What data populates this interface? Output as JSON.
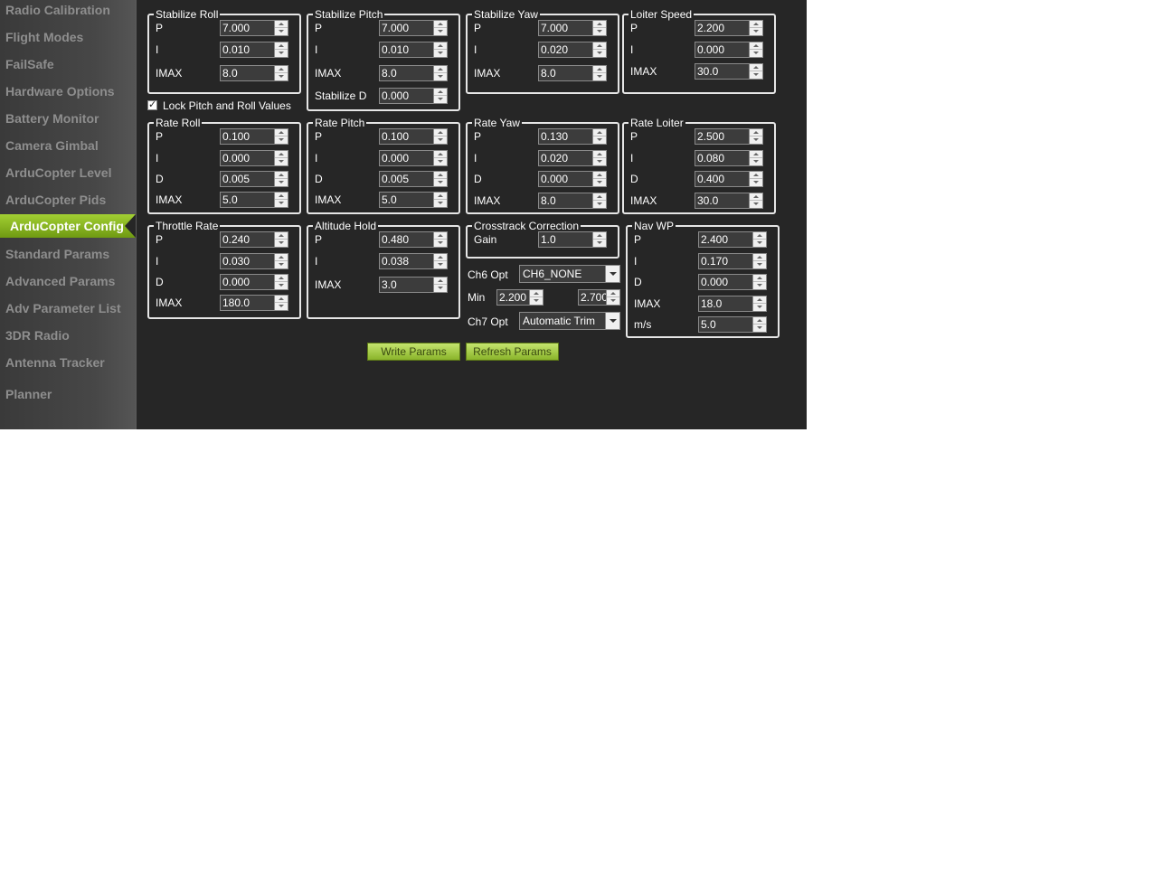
{
  "sidebar": {
    "items": [
      {
        "label": "Radio Calibration"
      },
      {
        "label": "Flight Modes"
      },
      {
        "label": "FailSafe"
      },
      {
        "label": "Hardware Options"
      },
      {
        "label": "Battery Monitor"
      },
      {
        "label": "Camera Gimbal"
      },
      {
        "label": "ArduCopter Level"
      },
      {
        "label": "ArduCopter Pids"
      },
      {
        "label": "ArduCopter Config"
      },
      {
        "label": "Standard Params"
      },
      {
        "label": "Advanced Params"
      },
      {
        "label": "Adv Parameter List"
      },
      {
        "label": "3DR Radio"
      },
      {
        "label": "Antenna Tracker"
      },
      {
        "label": "Planner"
      }
    ],
    "active_item": "ArduCopter Config",
    "active_color": "#8cbf24"
  },
  "groups": {
    "stabilize_roll": {
      "title": "Stabilize Roll",
      "rows": [
        {
          "label": "P",
          "value": "7.000"
        },
        {
          "label": "I",
          "value": "0.010"
        },
        {
          "label": "IMAX",
          "value": "8.0"
        }
      ]
    },
    "stabilize_pitch": {
      "title": "Stabilize Pitch",
      "rows": [
        {
          "label": "P",
          "value": "7.000"
        },
        {
          "label": "I",
          "value": "0.010"
        },
        {
          "label": "IMAX",
          "value": "8.0"
        },
        {
          "label": "Stabilize D",
          "value": "0.000"
        }
      ]
    },
    "stabilize_yaw": {
      "title": "Stabilize Yaw",
      "rows": [
        {
          "label": "P",
          "value": "7.000"
        },
        {
          "label": "I",
          "value": "0.020"
        },
        {
          "label": "IMAX",
          "value": "8.0"
        }
      ]
    },
    "loiter_speed": {
      "title": "Loiter Speed",
      "rows": [
        {
          "label": "P",
          "value": "2.200"
        },
        {
          "label": "I",
          "value": "0.000"
        },
        {
          "label": "IMAX",
          "value": "30.0"
        }
      ]
    },
    "rate_roll": {
      "title": "Rate Roll",
      "rows": [
        {
          "label": "P",
          "value": "0.100"
        },
        {
          "label": "I",
          "value": "0.000"
        },
        {
          "label": "D",
          "value": "0.005"
        },
        {
          "label": "IMAX",
          "value": "5.0"
        }
      ]
    },
    "rate_pitch": {
      "title": "Rate Pitch",
      "rows": [
        {
          "label": "P",
          "value": "0.100"
        },
        {
          "label": "I",
          "value": "0.000"
        },
        {
          "label": "D",
          "value": "0.005"
        },
        {
          "label": "IMAX",
          "value": "5.0"
        }
      ]
    },
    "rate_yaw": {
      "title": "Rate Yaw",
      "rows": [
        {
          "label": "P",
          "value": "0.130"
        },
        {
          "label": "I",
          "value": "0.020"
        },
        {
          "label": "D",
          "value": "0.000"
        },
        {
          "label": "IMAX",
          "value": "8.0"
        }
      ]
    },
    "rate_loiter": {
      "title": "Rate Loiter",
      "rows": [
        {
          "label": "P",
          "value": "2.500"
        },
        {
          "label": "I",
          "value": "0.080"
        },
        {
          "label": "D",
          "value": "0.400"
        },
        {
          "label": "IMAX",
          "value": "30.0"
        }
      ]
    },
    "throttle_rate": {
      "title": "Throttle Rate",
      "rows": [
        {
          "label": "P",
          "value": "0.240"
        },
        {
          "label": "I",
          "value": "0.030"
        },
        {
          "label": "D",
          "value": "0.000"
        },
        {
          "label": "IMAX",
          "value": "180.0"
        }
      ]
    },
    "altitude_hold": {
      "title": "Altitude Hold",
      "rows": [
        {
          "label": "P",
          "value": "0.480"
        },
        {
          "label": "I",
          "value": "0.038"
        },
        {
          "label": "IMAX",
          "value": "3.0"
        }
      ]
    },
    "crosstrack": {
      "title": "Crosstrack Correction",
      "rows": [
        {
          "label": "Gain",
          "value": "1.0"
        }
      ]
    },
    "nav_wp": {
      "title": "Nav WP",
      "rows": [
        {
          "label": "P",
          "value": "2.400"
        },
        {
          "label": "I",
          "value": "0.170"
        },
        {
          "label": "D",
          "value": "0.000"
        },
        {
          "label": "IMAX",
          "value": "18.0"
        },
        {
          "label": "m/s",
          "value": "5.0"
        }
      ]
    }
  },
  "lock_pitch_roll": {
    "label": "Lock Pitch and Roll Values",
    "checked": true
  },
  "ch6": {
    "label": "Ch6 Opt",
    "value": "CH6_NONE",
    "min_label": "Min",
    "min_value": "2.200",
    "max_value": "2.700"
  },
  "ch7": {
    "label": "Ch7 Opt",
    "value": "Automatic Trim"
  },
  "buttons": {
    "write": "Write Params",
    "refresh": "Refresh Params"
  },
  "icons": {
    "checkbox": "check-icon",
    "spinner_up": "spin-up-icon",
    "spinner_down": "spin-down-icon",
    "dropdown": "chevron-down-icon"
  }
}
